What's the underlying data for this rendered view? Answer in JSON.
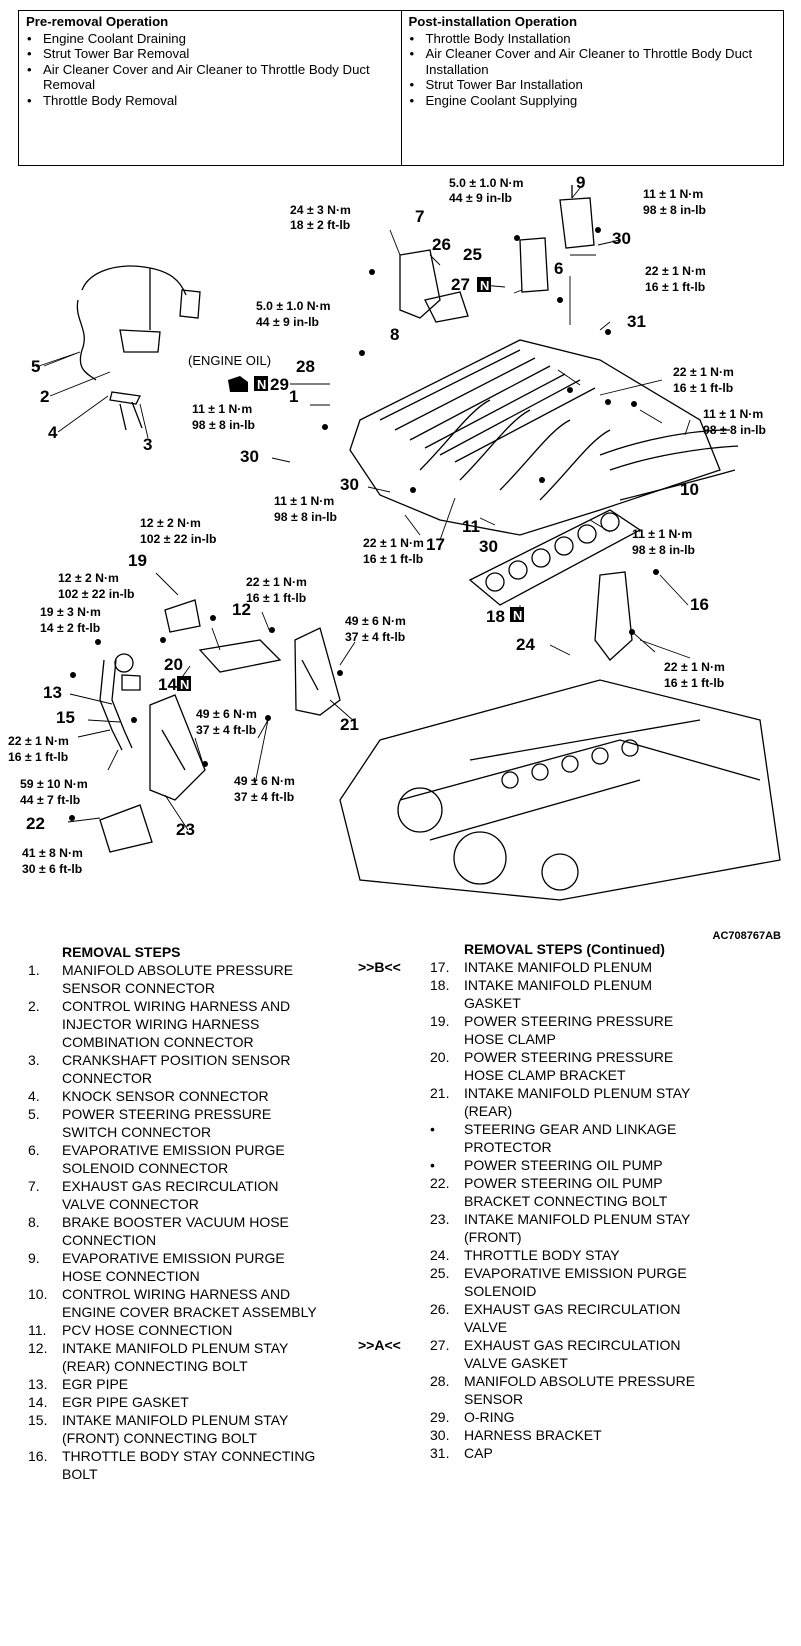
{
  "ops": {
    "pre_title": "Pre-removal Operation",
    "pre": [
      "Engine Coolant Draining",
      "Strut Tower Bar Removal",
      "Air Cleaner Cover and Air Cleaner to Throttle Body Duct Removal",
      "Throttle Body Removal"
    ],
    "post_title": "Post-installation Operation",
    "post": [
      "Throttle Body Installation",
      "Air Cleaner Cover and Air Cleaner to Throttle Body Duct Installation",
      "Strut Tower Bar Installation",
      "Engine Coolant Supplying"
    ]
  },
  "diagram": {
    "callouts": [
      "1",
      "2",
      "3",
      "4",
      "5",
      "6",
      "7",
      "8",
      "9",
      "10",
      "11",
      "12",
      "13",
      "14",
      "15",
      "16",
      "17",
      "18",
      "19",
      "20",
      "21",
      "22",
      "23",
      "24",
      "25",
      "26",
      "27",
      "28",
      "29",
      "30",
      "30",
      "30",
      "30",
      "31"
    ],
    "torques": {
      "t_9": [
        "5.0 ± 1.0 N·m",
        "44 ± 9 in-lb"
      ],
      "t_7": [
        "24 ± 3 N·m",
        "18 ± 2 ft-lb"
      ],
      "t_30": [
        "11 ± 1 N·m",
        "98 ± 8 in-lb"
      ],
      "t_r22a": [
        "22 ± 1 N·m",
        "16 ± 1 ft-lb"
      ],
      "t_28": [
        "5.0 ± 1.0 N·m",
        "44 ± 9 in-lb"
      ],
      "t_r22b": [
        "22 ± 1 N·m",
        "16 ± 1 ft-lb"
      ],
      "t_l11": [
        "11 ± 1 N·m",
        "98 ± 8 in-lb"
      ],
      "t_r11": [
        "11 ± 1 N·m",
        "98 ± 8 in-lb"
      ],
      "t_m11": [
        "11 ± 1 N·m",
        "98 ± 8 in-lb"
      ],
      "t_m22": [
        "22 ± 1 N·m",
        "16 ± 1 ft-lb"
      ],
      "t_r11b": [
        "11 ± 1 N·m",
        "98 ± 8 in-lb"
      ],
      "t_19": [
        "12 ± 2 N·m",
        "102 ± 22 in-lb"
      ],
      "t_20": [
        "12 ± 2 N·m",
        "102 ± 22 in-lb"
      ],
      "t_12": [
        "22 ± 1 N·m",
        "16 ± 1 ft-lb"
      ],
      "t_13": [
        "19 ± 3 N·m",
        "14 ± 2 ft-lb"
      ],
      "t_21": [
        "49 ± 6 N·m",
        "37 ± 4 ft-lb"
      ],
      "t_15": [
        "22 ± 1 N·m",
        "16 ± 1 ft-lb"
      ],
      "t_23a": [
        "49 ± 6 N·m",
        "37 ± 4 ft-lb"
      ],
      "t_23b": [
        "49 ± 6 N·m",
        "37 ± 4 ft-lb"
      ],
      "t_59": [
        "59 ± 10 N·m",
        "44 ± 7 ft-lb"
      ],
      "t_22": [
        "41 ± 8 N·m",
        "30 ± 6 ft-lb"
      ],
      "t_16": [
        "22 ± 1 N·m",
        "16 ± 1 ft-lb"
      ]
    },
    "engine_oil": "(ENGINE OIL)",
    "new_mark": "N",
    "figure_id": "AC708767AB"
  },
  "removal": {
    "title": "REMOVAL STEPS",
    "title_cont": "REMOVAL STEPS (Continued)",
    "left": [
      {
        "n": "1.",
        "t": "MANIFOLD ABSOLUTE PRESSURE SENSOR CONNECTOR"
      },
      {
        "n": "2.",
        "t": "CONTROL WIRING HARNESS AND INJECTOR WIRING HARNESS COMBINATION CONNECTOR"
      },
      {
        "n": "3.",
        "t": "CRANKSHAFT POSITION SENSOR CONNECTOR"
      },
      {
        "n": "4.",
        "t": "KNOCK SENSOR CONNECTOR"
      },
      {
        "n": "5.",
        "t": "POWER STEERING PRESSURE SWITCH CONNECTOR"
      },
      {
        "n": "6.",
        "t": "EVAPORATIVE EMISSION PURGE SOLENOID CONNECTOR"
      },
      {
        "n": "7.",
        "t": "EXHAUST GAS RECIRCULATION VALVE CONNECTOR"
      },
      {
        "n": "8.",
        "t": "BRAKE BOOSTER VACUUM HOSE CONNECTION"
      },
      {
        "n": "9.",
        "t": "EVAPORATIVE EMISSION PURGE HOSE CONNECTION"
      },
      {
        "n": "10.",
        "t": "CONTROL WIRING HARNESS AND ENGINE COVER BRACKET ASSEMBLY"
      },
      {
        "n": "11.",
        "t": "PCV HOSE CONNECTION"
      },
      {
        "n": "12.",
        "t": "INTAKE MANIFOLD PLENUM STAY (REAR) CONNECTING BOLT"
      },
      {
        "n": "13.",
        "t": "EGR PIPE"
      },
      {
        "n": "14.",
        "t": "EGR PIPE GASKET"
      },
      {
        "n": "15.",
        "t": "INTAKE MANIFOLD PLENUM STAY (FRONT) CONNECTING BOLT"
      },
      {
        "n": "16.",
        "t": "THROTTLE BODY STAY CONNECTING BOLT"
      }
    ],
    "right": [
      {
        "mk": ">>B<<",
        "n": "17.",
        "t": "INTAKE MANIFOLD PLENUM"
      },
      {
        "n": "18.",
        "t": "INTAKE MANIFOLD PLENUM GASKET"
      },
      {
        "n": "19.",
        "t": "POWER STEERING PRESSURE HOSE CLAMP"
      },
      {
        "n": "20.",
        "t": "POWER STEERING PRESSURE HOSE CLAMP BRACKET"
      },
      {
        "n": "21.",
        "t": "INTAKE MANIFOLD PLENUM STAY (REAR)"
      },
      {
        "n": "•",
        "t": "STEERING GEAR AND LINKAGE PROTECTOR"
      },
      {
        "n": "•",
        "t": "POWER STEERING OIL PUMP"
      },
      {
        "n": "22.",
        "t": "POWER STEERING OIL PUMP BRACKET CONNECTING BOLT"
      },
      {
        "n": "23.",
        "t": "INTAKE MANIFOLD PLENUM STAY (FRONT)"
      },
      {
        "n": "24.",
        "t": "THROTTLE BODY STAY"
      },
      {
        "n": "25.",
        "t": "EVAPORATIVE EMISSION PURGE SOLENOID"
      },
      {
        "n": "26.",
        "t": "EXHAUST GAS RECIRCULATION VALVE"
      },
      {
        "mk": ">>A<<",
        "n": "27.",
        "t": "EXHAUST GAS RECIRCULATION VALVE GASKET"
      },
      {
        "n": "28.",
        "t": "MANIFOLD ABSOLUTE PRESSURE SENSOR"
      },
      {
        "n": "29.",
        "t": "O-RING"
      },
      {
        "n": "30.",
        "t": "HARNESS BRACKET"
      },
      {
        "n": "31.",
        "t": "CAP"
      }
    ]
  }
}
